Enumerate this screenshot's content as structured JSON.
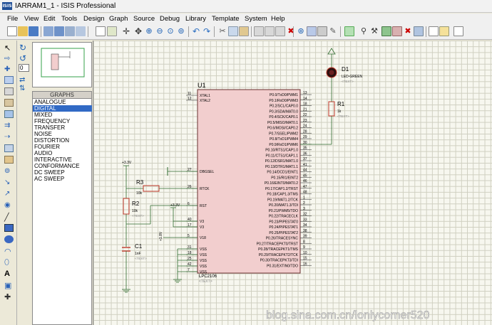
{
  "window": {
    "title": "IARRAM1_1 - ISIS Professional",
    "app_icon_text": "ISIS"
  },
  "menu": [
    "File",
    "View",
    "Edit",
    "Tools",
    "Design",
    "Graph",
    "Source",
    "Debug",
    "Library",
    "Template",
    "System",
    "Help"
  ],
  "side": {
    "angle": "0",
    "graphs_header": "GRAPHS",
    "graph_modes": [
      "ANALOGUE",
      "DIGITAL",
      "MIXED",
      "FREQUENCY",
      "TRANSFER",
      "NOISE",
      "DISTORTION",
      "FOURIER",
      "AUDIO",
      "INTERACTIVE",
      "CONFORMANCE",
      "DC SWEEP",
      "AC SWEEP"
    ],
    "selected_mode": "DIGITAL"
  },
  "schematic": {
    "u1": {
      "ref": "U1",
      "part": "LPC2106",
      "text": "<TEXT>",
      "left_pins": [
        {
          "num": "11",
          "name": "XTAL1"
        },
        {
          "num": "12",
          "name": "XTAL2"
        },
        {
          "num": "27",
          "name": "DBGSEL"
        },
        {
          "num": "26",
          "name": "RTCK"
        },
        {
          "num": "6",
          "name": "RST"
        },
        {
          "num": "40",
          "name": "V3"
        },
        {
          "num": "17",
          "name": "V3"
        },
        {
          "num": "5",
          "name": "V18"
        },
        {
          "num": "31",
          "name": "VSS"
        },
        {
          "num": "18",
          "name": "VSS"
        },
        {
          "num": "25",
          "name": "VSS"
        },
        {
          "num": "42",
          "name": "VSS"
        },
        {
          "num": "7",
          "name": "VSS"
        }
      ],
      "right_pins": [
        {
          "num": "13",
          "name": "P0.0/TxD0/PWM1"
        },
        {
          "num": "14",
          "name": "P0.1/RxD0/PWM3"
        },
        {
          "num": "18",
          "name": "P0.2/SCL/CAP0.0"
        },
        {
          "num": "21",
          "name": "P0.3/SDA/MAT0.0"
        },
        {
          "num": "22",
          "name": "P0.4/SCK/CAP0.1"
        },
        {
          "num": "23",
          "name": "P0.5/MISO/MAT0.1"
        },
        {
          "num": "24",
          "name": "P0.6/MOSI/CAP0.2"
        },
        {
          "num": "28",
          "name": "P0.7/SSEL/PWM2"
        },
        {
          "num": "29",
          "name": "P0.8/TxD1/PWM4"
        },
        {
          "num": "30",
          "name": "P0.9/RxD1/PWM6"
        },
        {
          "num": "35",
          "name": "P0.10/RTS1/CAP1.0"
        },
        {
          "num": "36",
          "name": "P0.11/CTS1/CAP1.1"
        },
        {
          "num": "37",
          "name": "P0.12/DSR1/MAT1.0"
        },
        {
          "num": "41",
          "name": "P0.13/DTR1/MAT1.1"
        },
        {
          "num": "44",
          "name": "P0.14/DCD1/EINT1"
        },
        {
          "num": "45",
          "name": "P0.15/RI1/EINT2"
        },
        {
          "num": "46",
          "name": "P0.16/EINT0/MAT0.2"
        },
        {
          "num": "47",
          "name": "P0.17/CAP1.2/TRST"
        },
        {
          "num": "48",
          "name": "P0.18/CAP1.3/TMS"
        },
        {
          "num": "1",
          "name": "P0.19/MAT1.2/TCK"
        },
        {
          "num": "2",
          "name": "P0.20/MAT1.3/TDI"
        },
        {
          "num": "3",
          "name": "P0.21/PWM5/TDO"
        },
        {
          "num": "32",
          "name": "P0.22/TRACECLK"
        },
        {
          "num": "33",
          "name": "P0.23/PIPESTAT0"
        },
        {
          "num": "34",
          "name": "P0.24/PIPESTAT1"
        },
        {
          "num": "38",
          "name": "P0.25/PIPESTAT2"
        },
        {
          "num": "39",
          "name": "P0.26/TRACESYNC"
        },
        {
          "num": "8",
          "name": "P0.27/TRACEPKT0/TRST"
        },
        {
          "num": "9",
          "name": "P0.28/TRACEPKT1/TMS"
        },
        {
          "num": "10",
          "name": "P0.29/TRACEPKT2/TCK"
        },
        {
          "num": "15",
          "name": "P0.30/TRACEPKT3/TDI"
        },
        {
          "num": "16",
          "name": "P0.31/EXTIN0/TDO"
        }
      ]
    },
    "d1": {
      "ref": "D1",
      "part": "LED-GREEN",
      "text": "<TEXT>"
    },
    "r1": {
      "ref": "R1",
      "value": "1k",
      "text": "<TEXT>"
    },
    "r2": {
      "ref": "R2",
      "value": "10k",
      "text": "<TEXT>"
    },
    "r3": {
      "ref": "R3",
      "value": "10k"
    },
    "c1": {
      "ref": "C1",
      "value": "1nF",
      "text": "<TEXT>"
    },
    "supply_33_a": "+3.3V",
    "supply_33_b": "+3.3V",
    "supply_18": "+1.8V"
  },
  "watermark": "blog.sina.com.cn/lonlycorner520",
  "colors": {
    "component": "#c0392b",
    "wire": "#2f6b2f",
    "chip_fill": "#f2cece",
    "grid_bg": "#f7f7ef",
    "selected": "#316ac5"
  }
}
